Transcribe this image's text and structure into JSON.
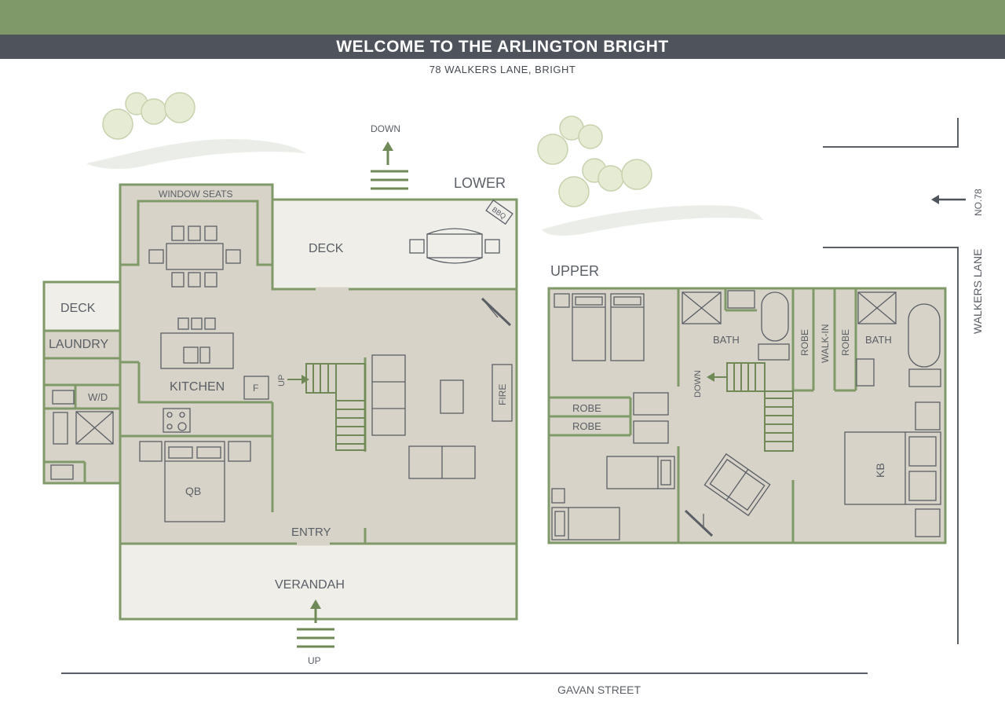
{
  "header": {
    "title": "WELCOME TO THE ARLINGTON BRIGHT",
    "address": "78 WALKERS LANE, BRIGHT"
  },
  "colors": {
    "band": "#7f9a68",
    "title_bar": "#4f545c",
    "wall": "#7f9a68",
    "floor": "#d8d3c8",
    "deck": "#efeee9",
    "line": "#5a5f66"
  },
  "lower": {
    "heading": "LOWER",
    "rooms": {
      "window_seats": "WINDOW SEATS",
      "deck_main": "DECK",
      "bbq": "BBQ",
      "deck_side": "DECK",
      "laundry": "LAUNDRY",
      "wd": "W/D",
      "kitchen": "KITCHEN",
      "fridge": "F",
      "up": "UP",
      "fire": "FIRE",
      "qb": "QB",
      "entry": "ENTRY",
      "verandah": "VERANDAH"
    },
    "down_label": "DOWN",
    "up_label": "UP"
  },
  "upper": {
    "heading": "UPPER",
    "rooms": {
      "bath_1": "BATH",
      "bath_2": "BATH",
      "robe_1": "ROBE",
      "walk_in": "WALK-IN",
      "robe_2": "ROBE",
      "down": "DOWN",
      "robe_3": "ROBE",
      "robe_4": "ROBE",
      "kb": "KB"
    }
  },
  "site": {
    "street_bottom": "GAVAN STREET",
    "street_right": "WALKERS LANE",
    "house_no": "NO.78"
  }
}
